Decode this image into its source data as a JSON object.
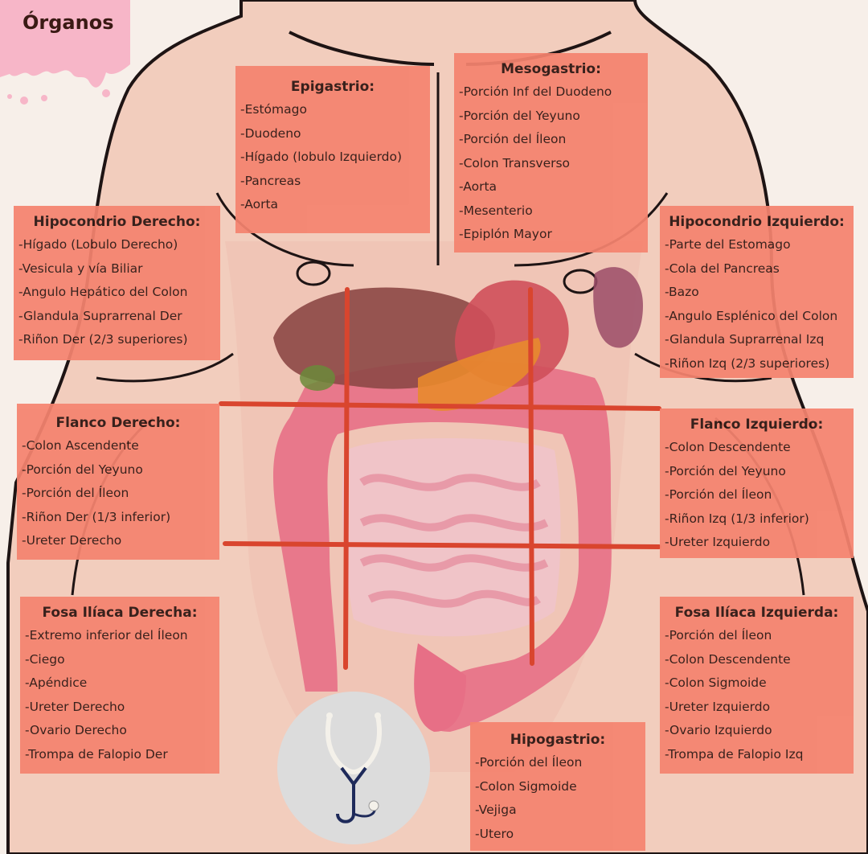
{
  "title": "Órganos",
  "regions": {
    "epigastrio": {
      "title": "Epigastrio:",
      "items": [
        "-Estómago",
        "-Duodeno",
        "-Hígado (lobulo Izquierdo)",
        "-Pancreas",
        "-Aorta"
      ]
    },
    "mesogastrio": {
      "title": "Mesogastrio:",
      "items": [
        "-Porción Inf del Duodeno",
        "-Porción del Yeyuno",
        "-Porción del Íleon",
        "-Colon Transverso",
        "-Aorta",
        "-Mesenterio",
        "-Epiplón Mayor"
      ]
    },
    "hipocondrio_derecho": {
      "title": "Hipocondrio Derecho:",
      "items": [
        "-Hígado (Lobulo Derecho)",
        "-Vesicula y vía Biliar",
        "-Angulo Hepático del Colon",
        "-Glandula Suprarrenal Der",
        "-Riñon Der (2/3 superiores)"
      ]
    },
    "hipocondrio_izquierdo": {
      "title": "Hipocondrio Izquierdo:",
      "items": [
        "-Parte del Estomago",
        "-Cola del Pancreas",
        "-Bazo",
        "-Angulo Esplénico del Colon",
        "-Glandula Suprarrenal Izq",
        "-Riñon Izq (2/3 superiores)"
      ]
    },
    "flanco_derecho": {
      "title": "Flanco Derecho:",
      "items": [
        "-Colon Ascendente",
        "-Porción del Yeyuno",
        "-Porción del Íleon",
        "-Riñon Der (1/3 inferior)",
        "-Ureter Derecho"
      ]
    },
    "flanco_izquierdo": {
      "title": "Flanco Izquierdo:",
      "items": [
        "-Colon Descendente",
        "-Porción del Yeyuno",
        "-Porción del Íleon",
        "-Riñon Izq (1/3 inferior)",
        "-Ureter Izquierdo"
      ]
    },
    "fosa_iliaca_derecha": {
      "title": "Fosa Ilíaca Derecha:",
      "items": [
        "-Extremo inferior del Íleon",
        "-Ciego",
        "-Apéndice",
        "-Ureter Derecho",
        "-Ovario Derecho",
        "-Trompa de Falopio Der"
      ]
    },
    "fosa_iliaca_izquierda": {
      "title": "Fosa Ilíaca Izquierda:",
      "items": [
        "-Porción del Íleon",
        "-Colon Descendente",
        "-Colon Sigmoide",
        "-Ureter Izquierdo",
        "-Ovario Izquierdo",
        "-Trompa de Falopio Izq"
      ]
    },
    "hipogastrio": {
      "title": "Hipogastrio:",
      "items": [
        "-Porción del Íleon",
        "-Colon Sigmoide",
        "-Vejiga",
        "-Utero"
      ]
    }
  },
  "colors": {
    "box": "#f5836f",
    "grid_lines": "#d9452e",
    "skin": "#f2cdbd",
    "skin_shadow": "#d9a898",
    "outline": "#1e1414",
    "intestine": "#e76f86",
    "liver": "#8e4a48",
    "stomach": "#cf4f5a",
    "pancreas": "#e88a2c",
    "drip": "#f7b6c8"
  },
  "icons": [
    "stethoscope-icon"
  ]
}
